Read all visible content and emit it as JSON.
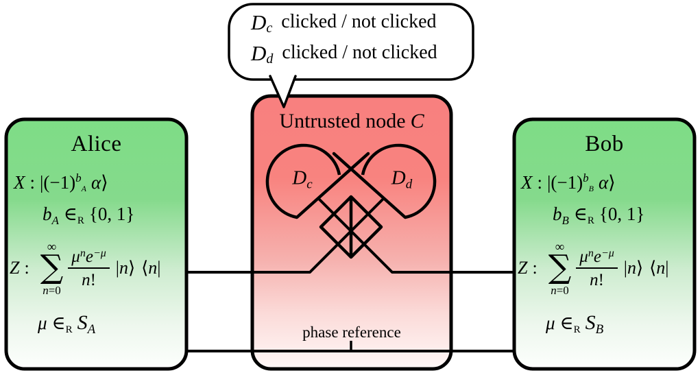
{
  "colors": {
    "green_top": "#7edd86",
    "red_top": "#f8807f",
    "outline": "#000000",
    "background": "#ffffff"
  },
  "bubble": {
    "lines": [
      {
        "var": "D",
        "sub": "c",
        "text": "clicked / not clicked"
      },
      {
        "var": "D",
        "sub": "d",
        "text": "clicked / not clicked"
      }
    ]
  },
  "node_c": {
    "title_prefix": "Untrusted node",
    "title_var": "C",
    "detectors": [
      {
        "var": "D",
        "sub": "c"
      },
      {
        "var": "D",
        "sub": "d"
      }
    ],
    "phase_label": "phase reference"
  },
  "alice": {
    "title": "Alice",
    "x_line": {
      "lhs": "X",
      "colon": ":",
      "open": "|(−1)",
      "sup": "b",
      "sup_sub": "A",
      "alpha": "α",
      "ket": "⟩"
    },
    "b_line": {
      "base": "b",
      "sub": "A",
      "in": "∈",
      "in_sub": "R",
      "set": "{0, 1}"
    },
    "z_line": {
      "lhs": "Z",
      "colon": ":",
      "sum_top": "∞",
      "sum": "∑",
      "sum_bot_var": "n",
      "sum_bot_eq": "=0",
      "num_mu": "μ",
      "num_mu_sup": "n",
      "num_e": "e",
      "num_e_sup": "−μ",
      "den_var": "n",
      "den_bang": "!",
      "bar1": "|",
      "n1": "n",
      "rang": "⟩",
      "lang": "⟨",
      "n2": "n",
      "bar2": "|"
    },
    "mu_line": {
      "base": "μ",
      "in": "∈",
      "in_sub": "R",
      "s": "S",
      "s_sub": "A"
    }
  },
  "bob": {
    "title": "Bob",
    "x_line": {
      "lhs": "X",
      "colon": ":",
      "open": "|(−1)",
      "sup": "b",
      "sup_sub": "B",
      "alpha": "α",
      "ket": "⟩"
    },
    "b_line": {
      "base": "b",
      "sub": "B",
      "in": "∈",
      "in_sub": "R",
      "set": "{0, 1}"
    },
    "z_line": {
      "lhs": "Z",
      "colon": ":",
      "sum_top": "∞",
      "sum": "∑",
      "sum_bot_var": "n",
      "sum_bot_eq": "=0",
      "num_mu": "μ",
      "num_mu_sup": "n",
      "num_e": "e",
      "num_e_sup": "−μ",
      "den_var": "n",
      "den_bang": "!",
      "bar1": "|",
      "n1": "n",
      "rang": "⟩",
      "lang": "⟨",
      "n2": "n",
      "bar2": "|"
    },
    "mu_line": {
      "base": "μ",
      "in": "∈",
      "in_sub": "R",
      "s": "S",
      "s_sub": "B"
    }
  }
}
